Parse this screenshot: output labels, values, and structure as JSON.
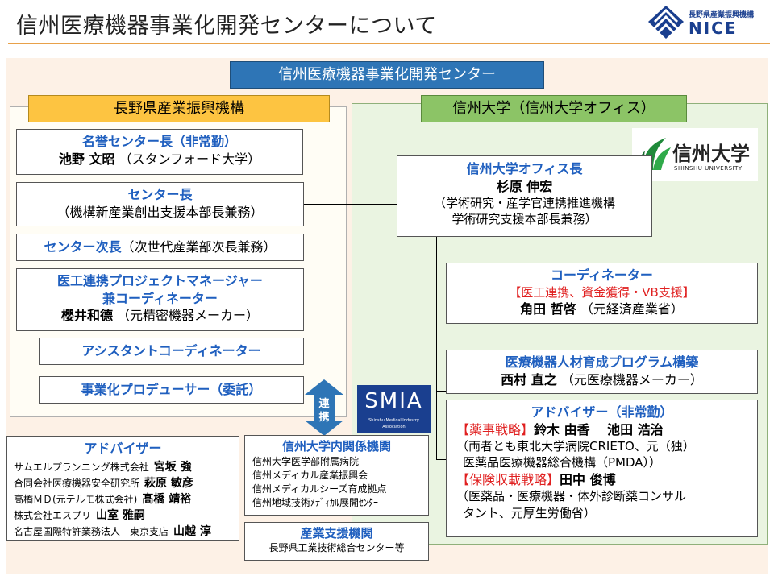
{
  "page": {
    "title": "信州医療機器事業化開発センターについて",
    "logo": {
      "caption": "長野県産業振興機構",
      "name": "NICE"
    }
  },
  "center_name": "信州医療機器事業化開発センター",
  "left_org": {
    "title": "長野県産業振興機構",
    "honorary": {
      "role": "名誉センター長（非常勤）",
      "name": "池野 文昭",
      "affiliation": "（スタンフォード大学）"
    },
    "director": {
      "role": "センター長",
      "affiliation": "（機構新産業創出支援本部長兼務）"
    },
    "deputy": {
      "role": "センター次長",
      "affiliation": "（次世代産業部次長兼務）"
    },
    "pm": {
      "role_line1": "医工連携プロジェクトマネージャー",
      "role_line2": "兼コーディネーター",
      "name": "櫻井和德",
      "affiliation": "（元精密機器メーカー）"
    },
    "assistant": {
      "role": "アシスタントコーディネーター"
    },
    "producer": {
      "role": "事業化プロデューサー（委託）"
    }
  },
  "link_arrow": {
    "label_top": "連",
    "label_bottom": "携"
  },
  "advisors_left": {
    "title": "アドバイザー",
    "rows": [
      {
        "org": "サムエルプランニング株式会社",
        "name": "宮坂 強"
      },
      {
        "org": "合同会社医療機器安全研究所",
        "name": "萩原 敏彦"
      },
      {
        "org": "高橋ＭＤ(元テルモ株式会社)",
        "name": "髙橋 靖裕"
      },
      {
        "org": "株式会社エスプリ",
        "name": "山室 雅嗣"
      },
      {
        "org": "名古屋国際特許業務法人　東京支店",
        "name": "山越 淳"
      }
    ]
  },
  "smia_logo": {
    "text": "SMIA",
    "caption": "Shinshu Medical Industry Association"
  },
  "univ_related": {
    "title": "信州大学内関係機関",
    "items": [
      "信州大学医学部附属病院",
      "信州メディカル産業振興会",
      "信州メディカルシーズ育成拠点",
      "信州地域技術ﾒﾃﾞｨｶﾙ展開ｾﾝﾀｰ"
    ]
  },
  "industry_support": {
    "title": "産業支援機関",
    "item": "長野県工業技術総合センター等"
  },
  "right_org": {
    "title": "信州大学（信州大学オフィス）",
    "logo": {
      "name": "信州大学",
      "sub": "SHINSHU UNIVERSITY"
    },
    "office_head": {
      "role": "信州大学オフィス長",
      "name": "杉原 伸宏",
      "affil_line1": "（学術研究・産学官連携推進機構",
      "affil_line2": "学術研究支援本部長兼務）"
    },
    "coordinator": {
      "role": "コーディネーター",
      "tag": "【医工連携、資金獲得・VB支援】",
      "name": "角田 哲啓",
      "affiliation": "（元経済産業省）"
    },
    "program": {
      "role": "医療機器人材育成プログラム構築",
      "name": "西村 直之",
      "affiliation": "（元医療機器メーカー）"
    },
    "advisor": {
      "role": "アドバイザー（非常勤）",
      "tag1": "【薬事戦略】",
      "names1": "鈴木 由香　 池田 浩治",
      "note1_line1": "（両者とも東北大学病院CRIETO、元（独）",
      "note1_line2": "医薬品医療機器総合機構（PMDA））",
      "tag2": "【保険収載戦略】",
      "names2": "田中 俊博",
      "note2_line1": "（医薬品・医療機器・体外診断薬コンサル",
      "note2_line2": "タント、元厚生労働省）"
    }
  }
}
